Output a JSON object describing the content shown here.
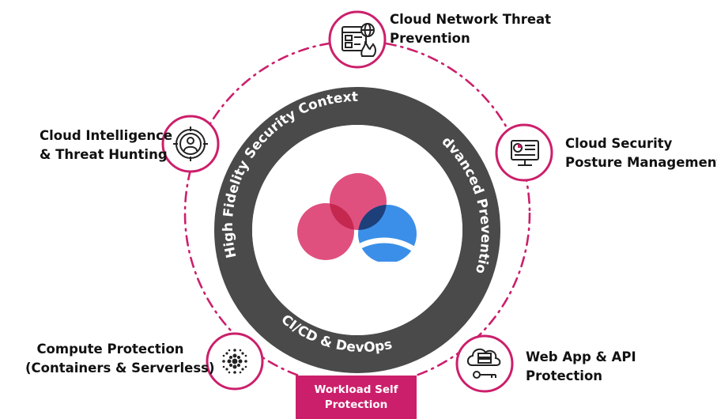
{
  "ring": {
    "arc_top": "High Fidelity Security Context",
    "arc_right": "Advanced Prevention",
    "arc_bottom": "CI/CD & DevOps"
  },
  "nodes": {
    "cloud_network": {
      "line1": "Cloud Network Threat",
      "line2": "Prevention",
      "icon": "network-firewall-icon"
    },
    "cspm": {
      "line1": "Cloud Security",
      "line2": "Posture Management",
      "icon": "dashboard-monitor-icon"
    },
    "web_app": {
      "line1": "Web App & API",
      "line2": "Protection",
      "icon": "cloud-server-key-icon"
    },
    "workload": {
      "line1": "Workload Self",
      "line2": "Protection"
    },
    "compute": {
      "line1": "Compute Protection",
      "line2": "(Containers & Serverless)",
      "icon": "container-dots-icon"
    },
    "intelligence": {
      "line1": "Cloud Intelligence",
      "line2": "& Threat Hunting",
      "icon": "target-user-icon"
    }
  },
  "colors": {
    "accent": "#cc1f6b",
    "ring": "#4a4a4a",
    "logo_pink": "#e0507f",
    "logo_blue": "#3b8fe8",
    "logo_dark_red": "#c5284f",
    "logo_navy": "#1d3f7a"
  }
}
